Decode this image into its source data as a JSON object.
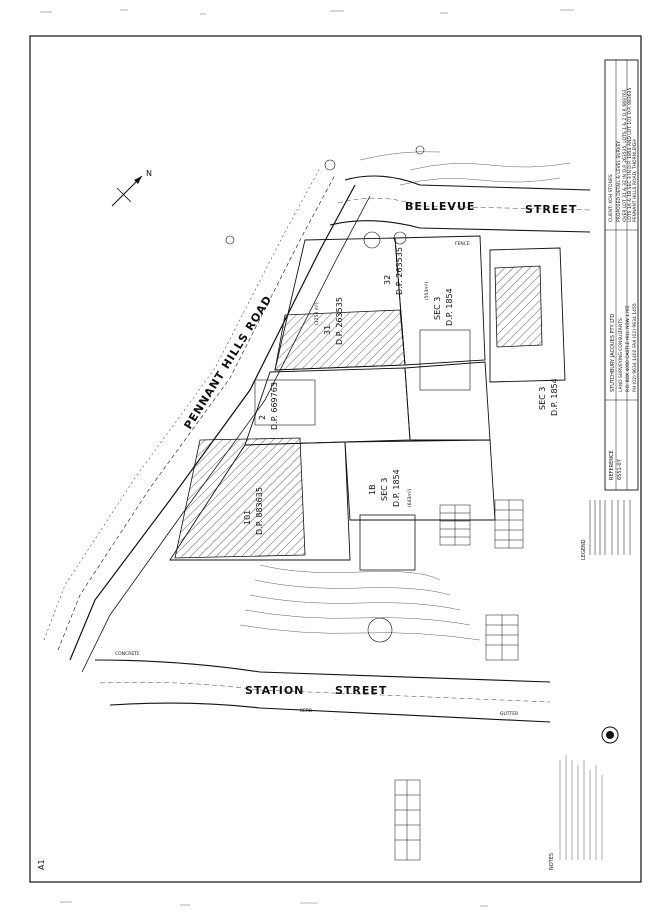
{
  "sheet": {
    "size_label": "A1",
    "north_label": "N"
  },
  "streets": {
    "pennant_hills": "PENNANT   HILLS   ROAD",
    "bellevue": "BELLEVUE",
    "bellevue_2": "STREET",
    "station": "STATION",
    "station_2": "STREET"
  },
  "lots": {
    "lot31_area": "(1253 m²)",
    "lot31": "31",
    "lot31_dp": "D.P. 263535",
    "lot32": "32",
    "lot32_dp": "D.P. 263535",
    "lot2": "2",
    "lot2_dp": "D.P. 669763",
    "lot101": "101",
    "lot101_dp": "D.P. 883635",
    "sec3_a": "SEC 3",
    "sec3_a_dp": "D.P. 1854",
    "sec3_b": "SEC 3",
    "sec3_b_dp": "D.P. 1854",
    "sec3_c": "SEC 3",
    "sec3_c_dp": "D.P. 1854",
    "lot1_b": "1B",
    "area_b": "(553m²)",
    "area_c": "(643m²)"
  },
  "annotations": {
    "concrete": "CONCRETE",
    "gutter": "GUTTER",
    "fence": "FENCE",
    "kerb": "KERB"
  },
  "title_block": {
    "company": "STUTCHBURY JACQUES PTY LTD",
    "subtitle": "LAND SURVEYING CONSULTANTS",
    "address": "P.O. BOX 4080 CASTLE HILL NSW 1765",
    "contact": "PH (02) 9634 1400  FAX (02) 9634 1455",
    "client": "CLIENT:   KOH STONES",
    "project_1": "PROPOSED DETAIL & LEVEL SURVEY",
    "project_2": "OVER LOT 31 & 32 IN D.P. 263535, LOTS 1 & 2 D.P. 669763",
    "project_3": "LOTS 1A & 1B SEC 3 IN D.P. 1854 AND LOT 101 D.P. 883635",
    "project_4": "PENNANT HILLS ROAD, THORNLEIGH",
    "ref": "6551-07",
    "reference_label": "REFERENCE"
  },
  "legend": {
    "title": "LEGEND"
  },
  "notes": {
    "title": "NOTES"
  }
}
